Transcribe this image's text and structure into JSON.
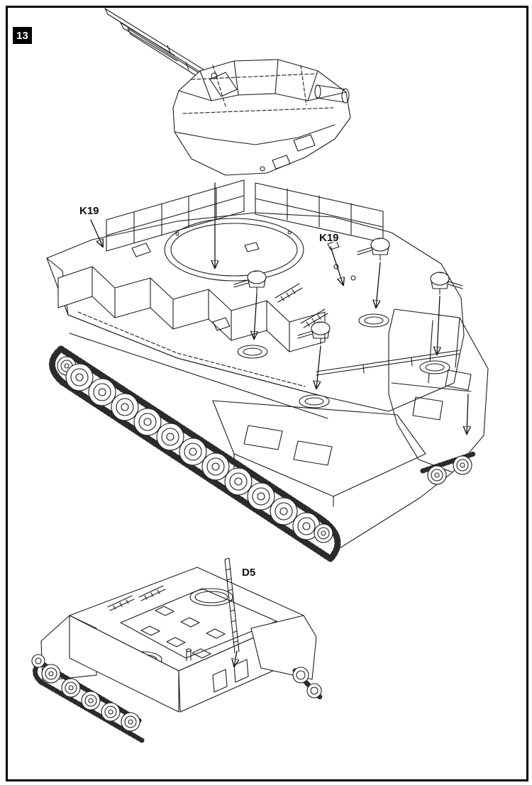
{
  "page": {
    "step_number": "13",
    "background_color": "#ffffff",
    "border_color": "#000000",
    "line_color": "#1c1c1c"
  },
  "labels": {
    "k19_left": "K19",
    "k19_right": "K19",
    "d5": "D5"
  }
}
